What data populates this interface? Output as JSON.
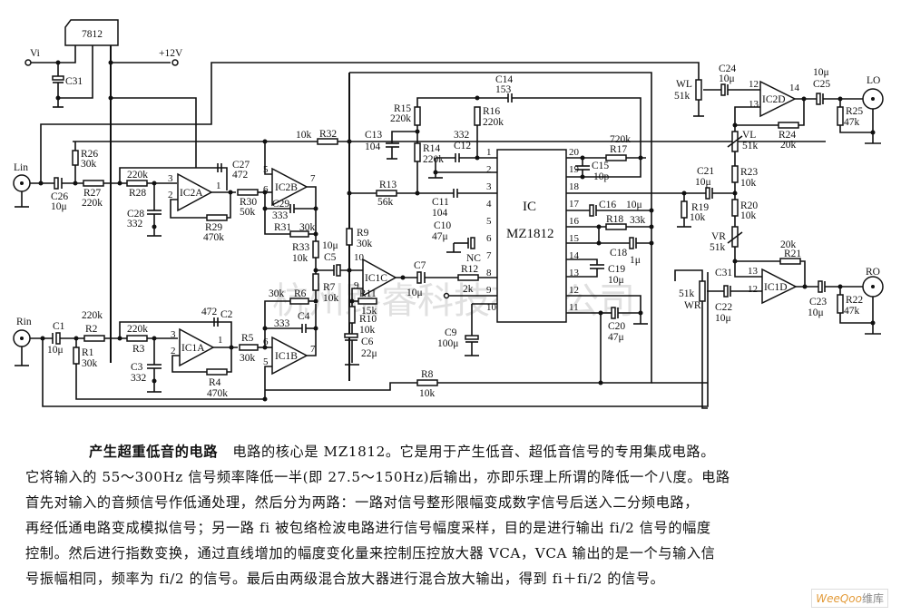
{
  "schematic": {
    "regulator": "7812",
    "supply_in": "Vi",
    "supply_out": "+12V",
    "inputs": {
      "left": "Lin",
      "right": "Rin"
    },
    "outputs": {
      "left": "LO",
      "right": "RO"
    },
    "main_ic": {
      "name": "IC",
      "part": "MZ1812",
      "pins_left": [
        "1",
        "2",
        "3",
        "4",
        "5",
        "6",
        "7",
        "8",
        "9",
        "10"
      ],
      "pins_right": [
        "20",
        "19",
        "18",
        "17",
        "16",
        "15",
        "14",
        "13",
        "12",
        "11"
      ]
    },
    "opamps": [
      "IC2A",
      "IC2B",
      "IC1A",
      "IC1B",
      "IC1C",
      "IC2D",
      "IC1D"
    ],
    "components": {
      "C31": "C31",
      "C26": "C26",
      "C26v": "10μ",
      "R26": "R26",
      "R26v": "30k",
      "R27": "R27",
      "R27v": "220k",
      "R28": "R28",
      "R28v": "220k",
      "C28": "C28",
      "C28v": "332",
      "C27": "C27",
      "C27v": "472",
      "R29": "R29",
      "R29v": "470k",
      "R30": "R30",
      "R30v": "50k",
      "C29": "C29",
      "C29v": "333",
      "R31": "R31",
      "R31v": "30k",
      "R32": "R32",
      "R32v": "10k",
      "R33": "R33",
      "R33v": "10k",
      "C1": "C1",
      "C1v": "10μ",
      "R1": "R1",
      "R1v": "30k",
      "R2": "R2",
      "R2v": "220k",
      "R3": "R3",
      "R3v": "220k",
      "C3": "C3",
      "C3v": "332",
      "C2": "C2",
      "C2v": "472",
      "R4": "R4",
      "R4v": "470k",
      "R5": "R5",
      "R5v": "30k",
      "R6": "R6",
      "R6v": "30k",
      "C4": "C4",
      "C4v": "333",
      "R7": "R7",
      "R7v": "10k",
      "C5": "C5",
      "C5v": "10μ",
      "R9": "R9",
      "R9v": "30k",
      "R10": "R10",
      "R10v": "10k",
      "C6": "C6",
      "C6v": "22μ",
      "R11": "R11",
      "R11v": "15k",
      "C7": "C7",
      "C7v": "10μ",
      "R12": "R12",
      "R12v": "2k",
      "NC": "NC",
      "C9": "C9",
      "C9v": "100μ",
      "R8": "R8",
      "R8v": "10k",
      "R13": "R13",
      "R13v": "56k",
      "C13": "C13",
      "C13v": "104",
      "R14": "R14",
      "R14v": "220k",
      "R15": "R15",
      "R15v": "220k",
      "R16": "R16",
      "R16v": "220k",
      "C12": "C12",
      "C12v": "332",
      "C14": "C14",
      "C14v": "153",
      "C11": "C11",
      "C11v": "104",
      "C10": "C10",
      "C10v": "47μ",
      "R17": "R17",
      "R17v": "720k",
      "C15": "C15",
      "C15v": "10p",
      "C16": "C16",
      "C16v": "10μ",
      "R18": "R18",
      "R18v": "33k",
      "C18": "C18",
      "C18v": "1μ",
      "C19": "C19",
      "C19v": "10μ",
      "C20": "C20",
      "C20v": "47μ",
      "C21": "C21",
      "C21v": "10μ",
      "R19": "R19",
      "R19v": "10k",
      "R20": "R20",
      "R20v": "10k",
      "R23": "R23",
      "R23v": "10k",
      "VL": "VL",
      "VLv": "51k",
      "VR": "VR",
      "VRv": "51k",
      "WL": "WL",
      "WLv": "51k",
      "WR": "WR",
      "WRv": "51k",
      "C24": "C24",
      "C24v": "10μ",
      "R24": "R24",
      "R24v": "20k",
      "C25": "C25",
      "C25v": "10μ",
      "R25": "R25",
      "R25v": "47k",
      "C22": "C22",
      "C22v": "10μ",
      "R21": "R21",
      "R21v": "20k",
      "C23": "C23",
      "C23v": "10μ",
      "R22": "R22",
      "R22v": "47k",
      "C31b": "C31"
    },
    "watermark": "杭州路睿科技有限公司"
  },
  "description": {
    "title": "产生超重低音的电路",
    "lines": [
      "电路的核心是 MZ1812。它是用于产生低音、超低音信号的专用集成电路。",
      "它将输入的 55～300Hz 信号频率降低一半(即 27.5～150Hz)后输出，亦即乐理上所谓的降低一个八度。电路",
      "首先对输入的音频信号作低通处理，然后分为两路：一路对信号整形限幅变成数字信号后送入二分频电路，",
      "再经低通电路变成模拟信号；另一路 fi 被包络检波电路进行信号幅度采样，目的是进行输出 fi/2 信号的幅度",
      "控制。然后进行指数变换，通过直线增加的幅度变化量来控制压控放大器 VCA，VCA 输出的是一个与输入信",
      "号振幅相同，频率为 fi/2 的信号。最后由两级混合放大器进行混合放大输出，得到 fi＋fi/2 的信号。"
    ]
  },
  "badge": {
    "brand": "WeeQoo",
    "suffix": "维库"
  }
}
